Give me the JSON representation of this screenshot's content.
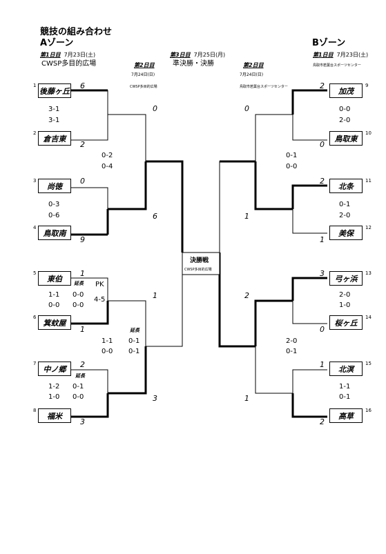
{
  "header": {
    "title": "競技の組み合わせ",
    "zone_a": "Aゾーン",
    "zone_b": "Bゾーン",
    "day1_a": {
      "label": "第1日目",
      "date": "7月23日(土)",
      "venue": "CWSP多目的広場"
    },
    "day2_a": {
      "label": "第2日目",
      "date": "7月24日(日)",
      "venue": "CWSP多目的広場"
    },
    "day3": {
      "label": "第3日目",
      "date": "7月25日(月)",
      "round": "準決勝・決勝"
    },
    "day2_b": {
      "label": "第2日目",
      "date": "7月24日(日)",
      "venue": "鳥取市若葉台スポーツセンター"
    },
    "day1_b": {
      "label": "第1日目",
      "date": "7月23日(土)",
      "venue": "鳥取市若葉台スポーツセンター"
    }
  },
  "final": {
    "label": "決勝戦",
    "venue": "CWSP多目的広場"
  },
  "teams_a": [
    {
      "num": "1",
      "name": "後藤ヶ丘"
    },
    {
      "num": "2",
      "name": "倉吉東"
    },
    {
      "num": "3",
      "name": "尚徳"
    },
    {
      "num": "4",
      "name": "鳥取南"
    },
    {
      "num": "5",
      "name": "東伯"
    },
    {
      "num": "6",
      "name": "箕蚊屋"
    },
    {
      "num": "7",
      "name": "中ノ郷"
    },
    {
      "num": "8",
      "name": "福米"
    }
  ],
  "teams_b": [
    {
      "num": "9",
      "name": "加茂"
    },
    {
      "num": "10",
      "name": "鳥取東"
    },
    {
      "num": "11",
      "name": "北条"
    },
    {
      "num": "12",
      "name": "美保"
    },
    {
      "num": "13",
      "name": "弓ヶ浜"
    },
    {
      "num": "14",
      "name": "桜ヶ丘"
    },
    {
      "num": "15",
      "name": "北溟"
    },
    {
      "num": "16",
      "name": "高草"
    }
  ],
  "scores_a": [
    "6",
    "2",
    "0",
    "9",
    "1",
    "1",
    "2",
    "3"
  ],
  "scores_b": [
    "2",
    "0",
    "2",
    "1",
    "3",
    "0",
    "1",
    "2"
  ],
  "r2_scores_a": [
    "0",
    "6",
    "1",
    "3"
  ],
  "r2_scores_b": [
    "0",
    "1",
    "2",
    "1"
  ],
  "halves_a1": [
    "3-1",
    "3-1"
  ],
  "halves_a2": [
    "0-3",
    "0-6"
  ],
  "halves_a3": [
    "1-1",
    "0-0"
  ],
  "halves_a3_et": [
    "0-0",
    "0-0"
  ],
  "halves_a3_pk": "4-5",
  "halves_a4": [
    "1-2",
    "1-0"
  ],
  "halves_a4_et": [
    "0-1",
    "0-0"
  ],
  "halves_ar2_top": [
    "0-2",
    "0-4"
  ],
  "halves_ar2_bot": [
    "1-1",
    "0-0"
  ],
  "halves_ar2_bot_et": [
    "0-1",
    "0-1"
  ],
  "halves_b1": [
    "0-0",
    "2-0"
  ],
  "halves_b2": [
    "0-1",
    "2-0"
  ],
  "halves_b3": [
    "2-0",
    "1-0"
  ],
  "halves_b4": [
    "1-1",
    "0-1"
  ],
  "halves_br2_top": [
    "0-1",
    "0-0"
  ],
  "halves_br2_bot": [
    "2-0",
    "0-1"
  ],
  "notes": {
    "et": "延長",
    "pk": "PK"
  }
}
